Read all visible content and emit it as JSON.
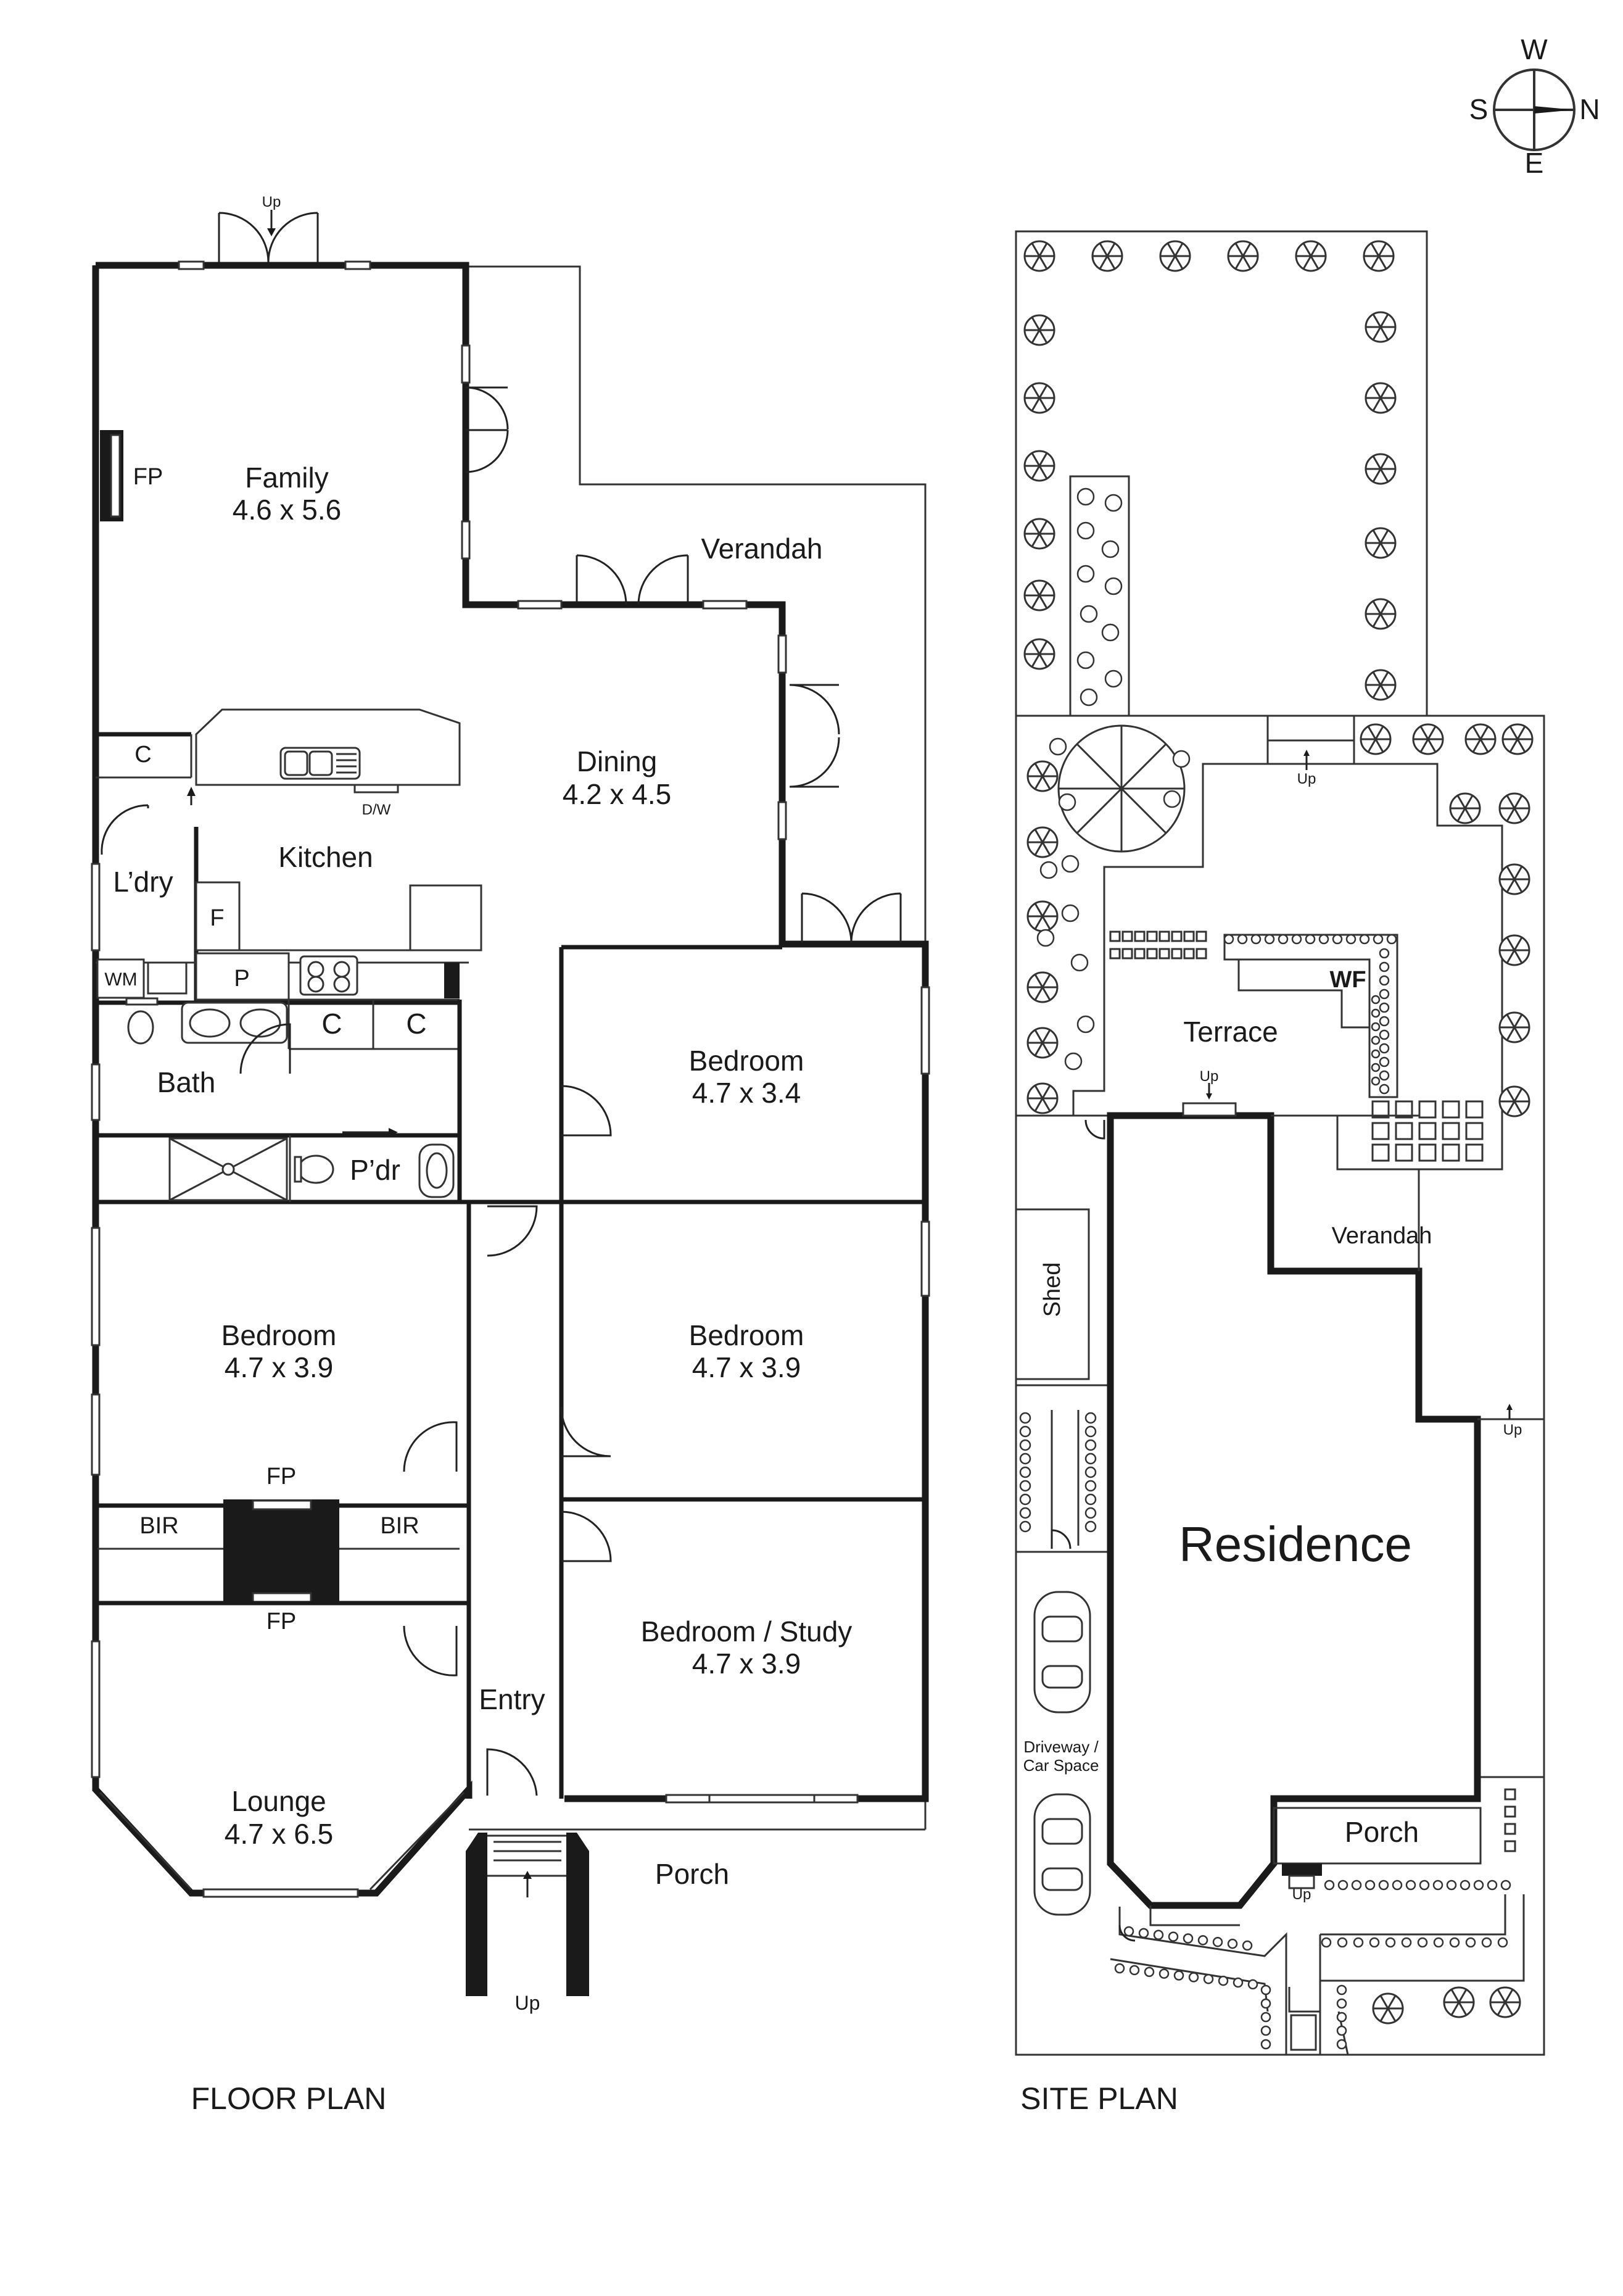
{
  "compass": {
    "north": "N",
    "south": "S",
    "east": "E",
    "west": "W"
  },
  "floor_plan": {
    "title": "FLOOR PLAN",
    "rooms": {
      "family": {
        "name": "Family",
        "dims": "4.6 x 5.6"
      },
      "dining": {
        "name": "Dining",
        "dims": "4.2 x 4.5"
      },
      "bedroom1": {
        "name": "Bedroom",
        "dims": "4.7 x 3.4"
      },
      "bedroom2": {
        "name": "Bedroom",
        "dims": "4.7 x 3.9"
      },
      "bedroom3": {
        "name": "Bedroom",
        "dims": "4.7 x 3.9"
      },
      "study": {
        "name": "Bedroom / Study",
        "dims": "4.7 x 3.9"
      },
      "lounge": {
        "name": "Lounge",
        "dims": "4.7 x 6.5"
      }
    },
    "labels": {
      "verandah": "Verandah",
      "kitchen": "Kitchen",
      "laundry": "L’dry",
      "bath": "Bath",
      "powder": "P’dr",
      "entry": "Entry",
      "porch": "Porch",
      "fp_family": "FP",
      "fp_top": "FP",
      "fp_bottom": "FP",
      "bir_left": "BIR",
      "bir_right": "BIR",
      "cupboard_top": "C",
      "cupboard_mid1": "C",
      "cupboard_mid2": "C",
      "fridge": "F",
      "pantry": "P",
      "wm": "WM",
      "dw": "D/W",
      "up_top": "Up",
      "up_bottom": "Up"
    }
  },
  "site_plan": {
    "title": "SITE PLAN",
    "labels": {
      "residence": "Residence",
      "terrace": "Terrace",
      "wf": "WF",
      "verandah": "Verandah",
      "shed": "Shed",
      "driveway_line1": "Driveway /",
      "driveway_line2": "Car Space",
      "porch": "Porch",
      "up1": "Up",
      "up2": "Up",
      "up3": "Up",
      "up4": "Up"
    }
  }
}
